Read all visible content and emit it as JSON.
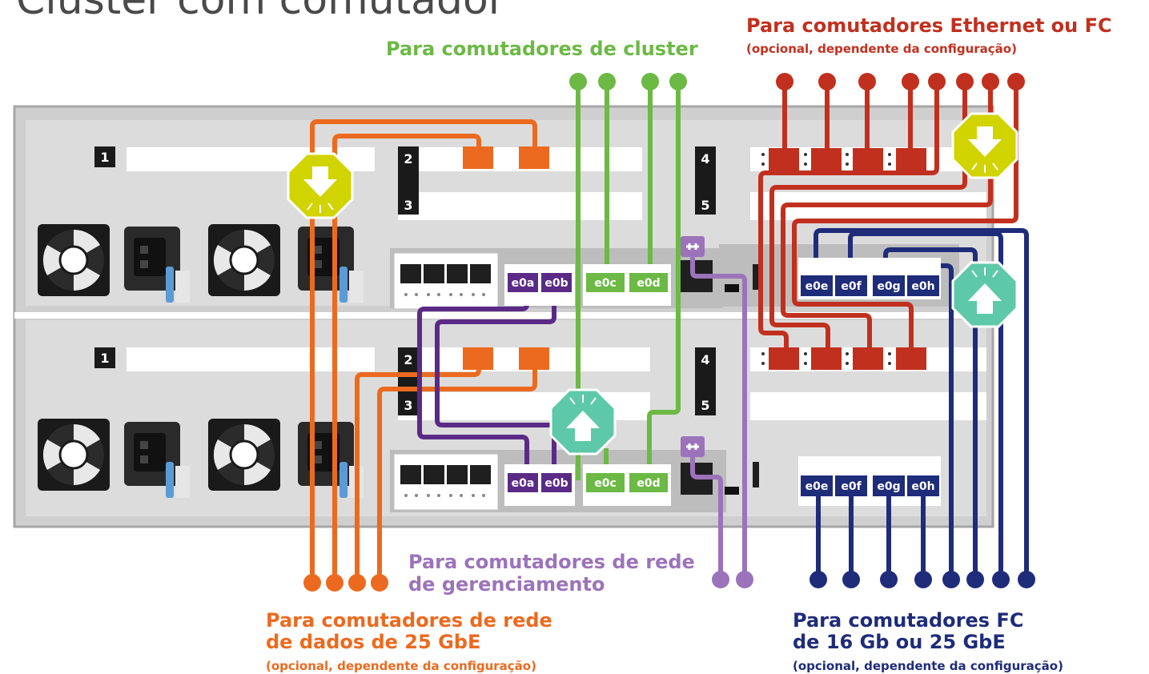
{
  "title": "Cluster com comutador",
  "labels": {
    "cluster_switches": "Para comutadores de cluster",
    "eth_fc_switches": "Para comutadores Ethernet ou FC",
    "eth_fc_note": "(opcional, dependente da configuração)",
    "data_switches_l1": "Para comutadores de rede",
    "data_switches_l2": "de dados de 25 GbE",
    "data_switches_note": "(opcional, dependente da configuração)",
    "mgmt_switches_l1": "Para comutadores de rede",
    "mgmt_switches_l2": "de gerenciamento",
    "fc_switches_l1": "Para comutadores FC",
    "fc_switches_l2": "de 16 Gb ou 25 GbE",
    "fc_switches_note": "(opcional, dependente da configuração)"
  },
  "slots": {
    "s1": "1",
    "s2": "2",
    "s3": "3",
    "s4": "4",
    "s5": "5"
  },
  "ports": {
    "e0a": "e0a",
    "e0b": "e0b",
    "e0c": "e0c",
    "e0d": "e0d",
    "e0e": "e0e",
    "e0f": "e0f",
    "e0g": "e0g",
    "e0h": "e0h"
  },
  "colors": {
    "orange": "#ec6a1f",
    "green": "#6cb945",
    "red": "#c1301e",
    "purple_port": "#5b2a86",
    "purple_cable": "#9c73ba",
    "navy": "#1e2c7a",
    "yellow_marker": "#d2d400",
    "teal_marker": "#5ec9a8"
  }
}
